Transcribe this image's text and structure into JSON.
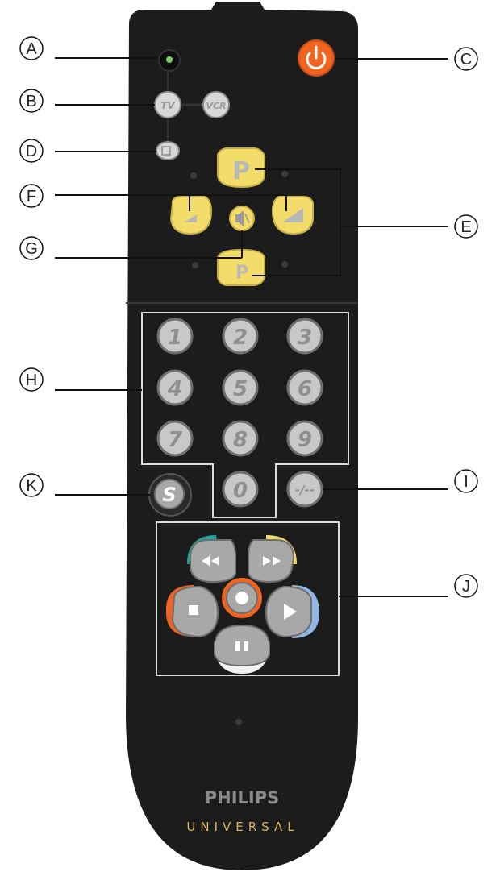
{
  "callouts": {
    "A": "A",
    "B": "B",
    "C": "C",
    "D": "D",
    "E": "E",
    "F": "F",
    "G": "G",
    "H": "H",
    "I": "I",
    "J": "J",
    "K": "K"
  },
  "keys": {
    "tv": "TV",
    "vcr": "VCR",
    "prog_up": "P",
    "prog_down": "P",
    "digits": [
      "1",
      "2",
      "3",
      "4",
      "5",
      "6",
      "7",
      "8",
      "9"
    ],
    "zero": "0",
    "dash": "-/--",
    "setup": "S"
  },
  "brand": {
    "name": "PHILIPS",
    "model": "UNIVERSAL"
  },
  "colors": {
    "body": "#1c1c1c",
    "yellow": "#f4dc6a",
    "orange": "#ef6420",
    "teal": "#1fa69a",
    "blue": "#8fb8e4",
    "grey_key": "#a8a8a8",
    "gold_text": "#d6b45a"
  }
}
